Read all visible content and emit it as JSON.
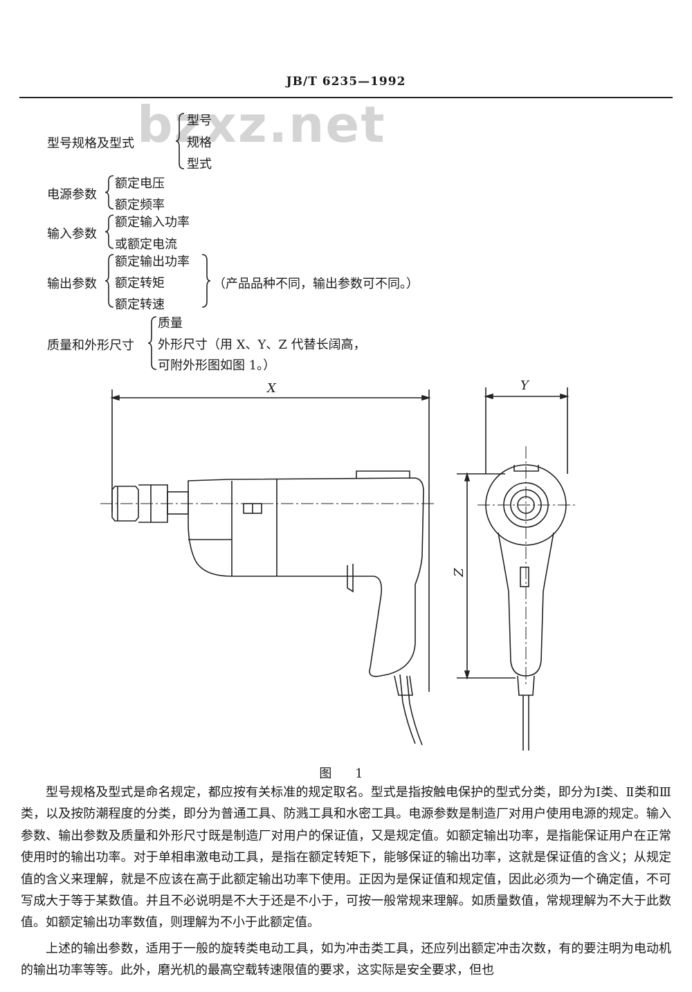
{
  "header": {
    "standard_no": "JB/T 6235—1992"
  },
  "watermark": "bzxz.net",
  "spec_groups": [
    {
      "label": "型号规格及型式",
      "items": [
        "型号",
        "规格",
        "型式"
      ]
    },
    {
      "label": "电源参数",
      "items": [
        "额定电压",
        "额定频率"
      ]
    },
    {
      "label": "输入参数",
      "items": [
        "额定输入功率",
        "或额定电流"
      ]
    },
    {
      "label": "输出参数",
      "items": [
        "额定输出功率",
        "额定转矩",
        "额定转速"
      ],
      "note": "（产品品种不同，输出参数可不同。）"
    },
    {
      "label": "质量和外形尺寸",
      "items": [
        "质量",
        "外形尺寸（用 X、Y、Z 代替长阔高，",
        "可附外形图如图 1。）"
      ]
    }
  ],
  "figure": {
    "dim_x": "X",
    "dim_y": "Y",
    "dim_z": "Z",
    "caption": "图 1"
  },
  "paragraphs": [
    "型号规格及型式是命名规定，都应按有关标准的规定取名。型式是指按触电保护的型式分类，即分为Ⅰ类、Ⅱ类和Ⅲ类，以及按防潮程度的分类，即分为普通工具、防溅工具和水密工具。电源参数是制造厂对用户使用电源的规定。输入参数、输出参数及质量和外形尺寸既是制造厂对用户的保证值，又是规定值。如额定输出功率，是指能保证用户在正常使用时的输出功率。对于单相串激电动工具，是指在额定转矩下，能够保证的输出功率，这就是保证值的含义；从规定值的含义来理解，就是不应该在高于此额定输出功率下使用。正因为是保证值和规定值，因此必须为一个确定值，不可写成大于等于某数值。并且不必说明是不大于还是不小于，可按一般常规来理解。如质量数值，常规理解为不大于此数值。如额定输出功率数值，则理解为不小于此额定值。",
    "上述的输出参数，适用于一般的旋转类电动工具，如为冲击类工具，还应列出额定冲击次数，有的要注明为电动机的输出功率等等。此外，磨光机的最高空载转速限值的要求，这实际是安全要求，但也"
  ]
}
